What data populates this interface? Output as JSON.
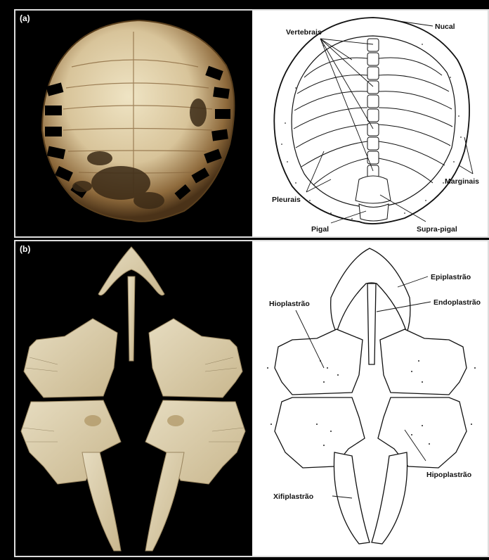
{
  "panel_a": {
    "label": "(a)",
    "labels": {
      "nucal": "Nucal",
      "vertebrais": "Vertebrais",
      "pleurais": "Pleurais",
      "marginais": "Marginais",
      "pigal": "Pigal",
      "supra_pigal": "Supra-pigal"
    }
  },
  "panel_b": {
    "label": "(b)",
    "labels": {
      "hioplastrao": "Hioplastrão",
      "epiplastrao": "Epiplastrão",
      "endoplastrao": "Endoplastrão",
      "hipoplastrao": "Hipoplastrão",
      "xifiplastrao": "Xifiplastrão"
    }
  },
  "colors": {
    "background": "#000000",
    "bone": "#d9c9a3",
    "bone_dark": "#8a6a3a",
    "ink": "#111111"
  }
}
